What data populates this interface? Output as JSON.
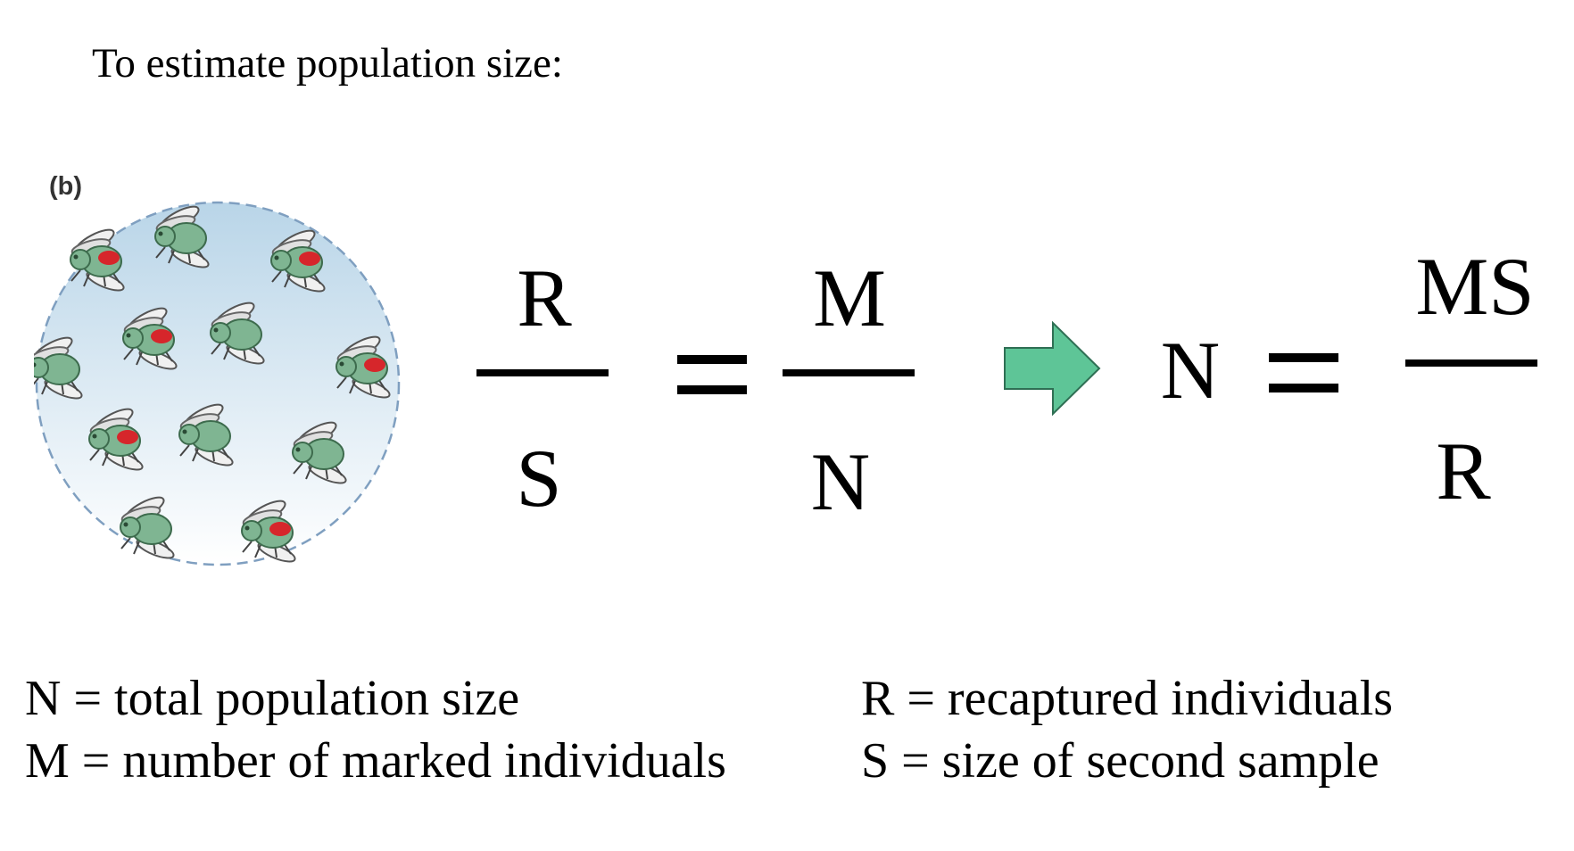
{
  "title": "To estimate population size:",
  "figure": {
    "panel_label": "(b)",
    "colors": {
      "circle_fill_top": "#b9d5e8",
      "circle_fill_bottom": "#ffffff",
      "circle_border": "#7f9fc0",
      "fly_body": "#7fb592",
      "mark": "#d6262b"
    }
  },
  "equation": {
    "left_numerator": "R",
    "left_denominator": "S",
    "right_numerator": "M",
    "right_denominator": "N",
    "result_lhs": "N",
    "result_numerator": "MS",
    "result_denominator": "R",
    "arrow_color": "#5ec597"
  },
  "legend": {
    "n_def": "N = total population size",
    "m_def": "M = number of marked individuals",
    "r_def": "R = recaptured individuals",
    "s_def": "S = size of second sample"
  }
}
